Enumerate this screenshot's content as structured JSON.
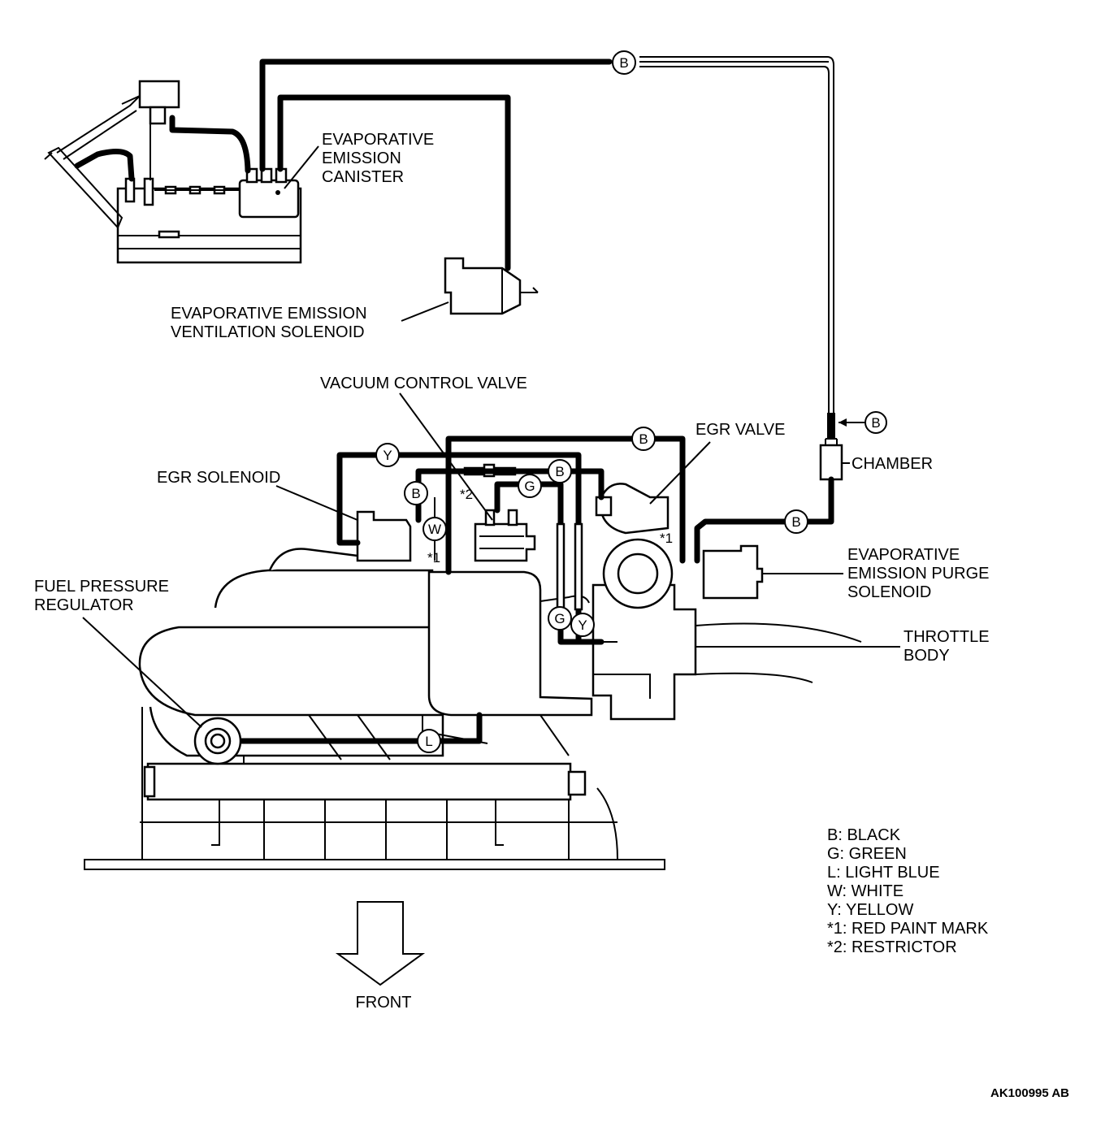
{
  "labels": {
    "canister": [
      "EVAPORATIVE",
      "EMISSION",
      "CANISTER"
    ],
    "ventilation_solenoid": [
      "EVAPORATIVE EMISSION",
      "VENTILATION SOLENOID"
    ],
    "vacuum_control_valve": "VACUUM CONTROL VALVE",
    "egr_valve": "EGR VALVE",
    "egr_solenoid": "EGR SOLENOID",
    "chamber": "CHAMBER",
    "purge_solenoid": [
      "EVAPORATIVE",
      "EMISSION PURGE",
      "SOLENOID"
    ],
    "fuel_pressure_regulator": [
      "FUEL PRESSURE",
      "REGULATOR"
    ],
    "throttle_body": [
      "THROTTLE",
      "BODY"
    ],
    "front": "FRONT",
    "drawing_code": "AK100995 AB"
  },
  "callouts": {
    "b_top": "B",
    "b_chamber": "B",
    "b_purge": "B",
    "y_left": "Y",
    "b_egr": "B",
    "b_vcv": "B",
    "b_sol": "B",
    "w_sol": "W",
    "g_vcv": "G",
    "g_low": "G",
    "y_low": "Y",
    "l_fpr": "L"
  },
  "marks": {
    "paint_left": "*1",
    "paint_right": "*1",
    "restrictor": "*2"
  },
  "legend": [
    "B: BLACK",
    "G: GREEN",
    "L: LIGHT BLUE",
    "W: WHITE",
    "Y: YELLOW",
    "*1: RED PAINT MARK",
    "*2: RESTRICTOR"
  ]
}
